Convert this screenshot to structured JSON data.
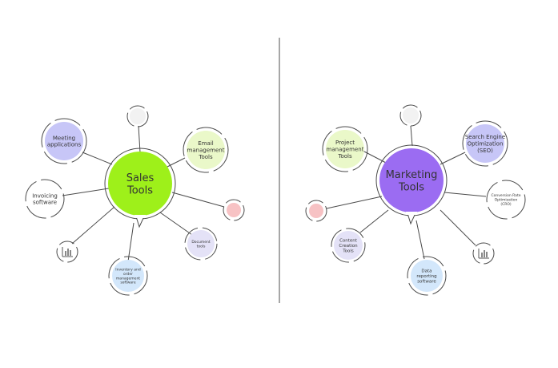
{
  "colors": {
    "line": "#4a4a4a",
    "divider": "#8a8a8a",
    "sales_center": "#9ef01a",
    "marketing_center": "#9b6cf2",
    "purple_node": "#c7c6f7",
    "green_node": "#eaf8c9",
    "pink_node": "#f7c2c4",
    "blue_node": "#d3e7fb",
    "lavender_node": "#e4e2f7",
    "white_node": "#ffffff",
    "gray_node": "#f2f2f2"
  },
  "sales": {
    "center": "Sales\nTools",
    "nodes": {
      "meeting": "Meeting\napplications",
      "email": "Email\nmanagement\nTools",
      "invoicing": "Invoicing\nsoftware",
      "document": "Document\ntools",
      "inventory": "Inventory and\norder\nmanagement\nsoftware"
    },
    "icons": {
      "chart": "bar-chart-icon"
    }
  },
  "marketing": {
    "center": "Marketing\nTools",
    "nodes": {
      "project": "Project\nmanagement\nTools",
      "seo": "Search Engine\nOptimization\n(SEO)",
      "cro": "Conversion Rate\nOptimization\n(CRO)",
      "content": "Content\nCreation\nTools",
      "data": "Data\nreporting\nsoftware"
    },
    "icons": {
      "chart": "bar-chart-icon"
    }
  }
}
